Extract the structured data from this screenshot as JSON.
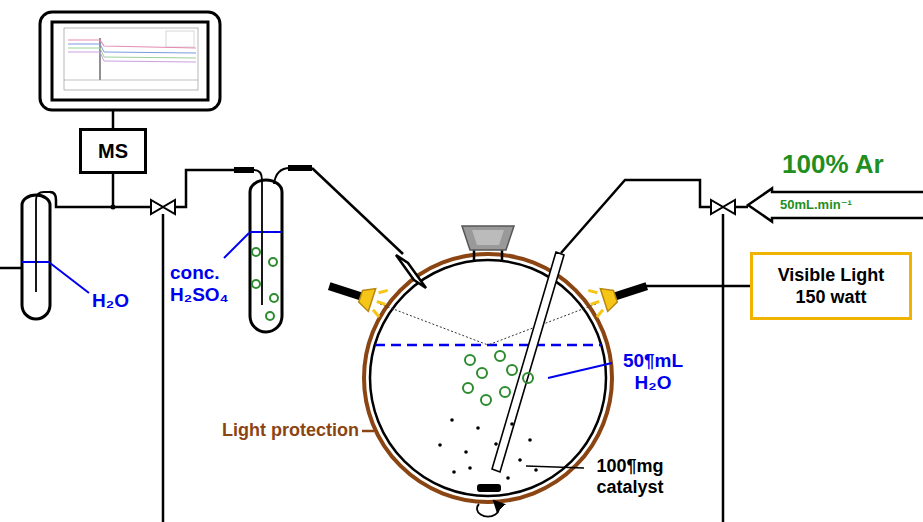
{
  "diagram": {
    "nodes": [
      {
        "text": [
          "MS"
        ]
      },
      {
        "text": [
          "50mL.min⁻¹"
        ]
      },
      {
        "text": [
          "Visible Light 150 watt"
        ]
      }
    ],
    "labels": [
      "H₂O",
      "conc. H₂SO₄",
      "100% Ar",
      "Light protection",
      "50¶mL H₂O",
      "100¶mg catalyst"
    ]
  }
}
